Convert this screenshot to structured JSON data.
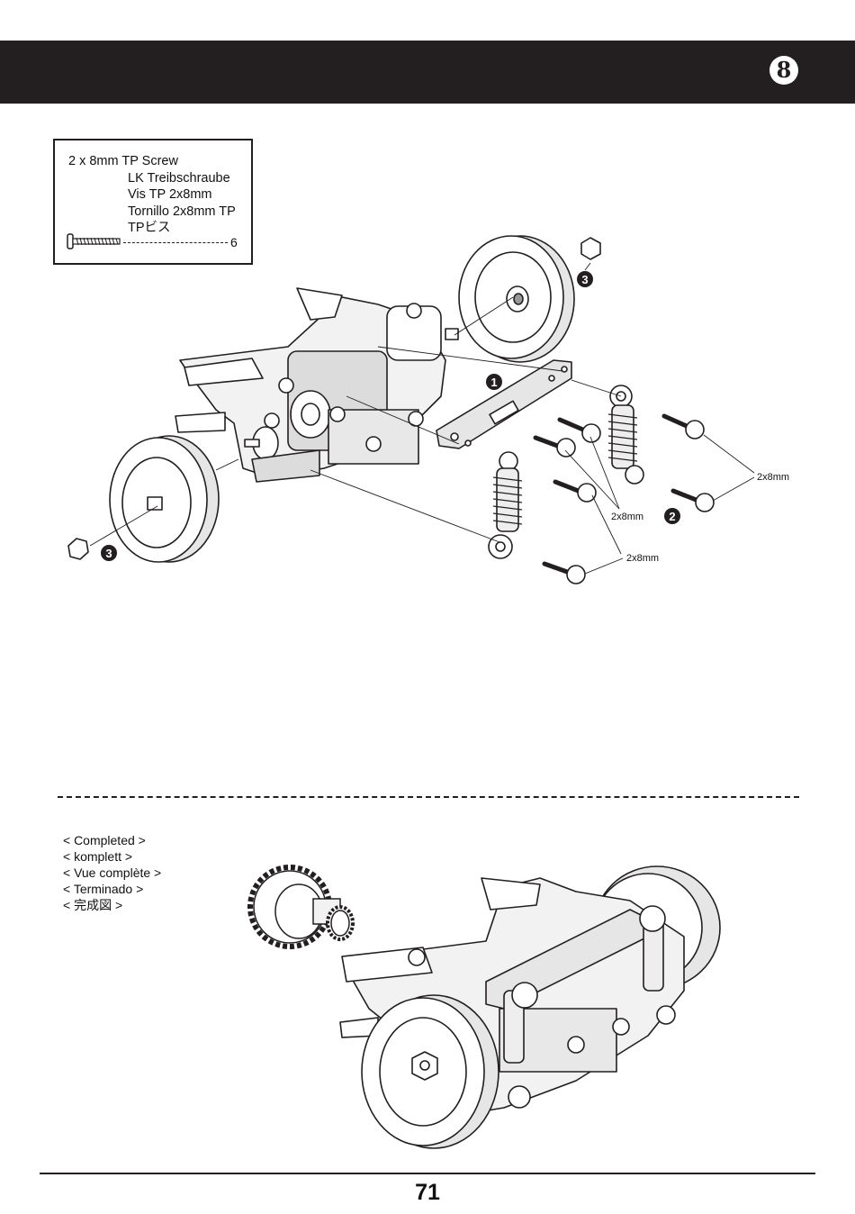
{
  "header": {
    "step_number": "8"
  },
  "parts": {
    "lines": [
      "2 x 8mm TP Screw",
      "LK Treibschraube",
      "Vis TP 2x8mm",
      "Tornillo 2x8mm TP",
      "TPビス"
    ],
    "quantity": "6",
    "icon": "screw-icon"
  },
  "callouts": {
    "step1": "1",
    "step2": "2",
    "step3_left": "3",
    "step3_right": "3",
    "screw_upper": "2x8mm",
    "screw_mid": "2x8mm",
    "screw_lower": "2x8mm"
  },
  "completed": {
    "lines": [
      "< Completed >",
      "< komplett >",
      "< Vue complète >",
      "< Terminado >",
      "< 完成図 >"
    ]
  },
  "footer": {
    "page_number": "71"
  }
}
